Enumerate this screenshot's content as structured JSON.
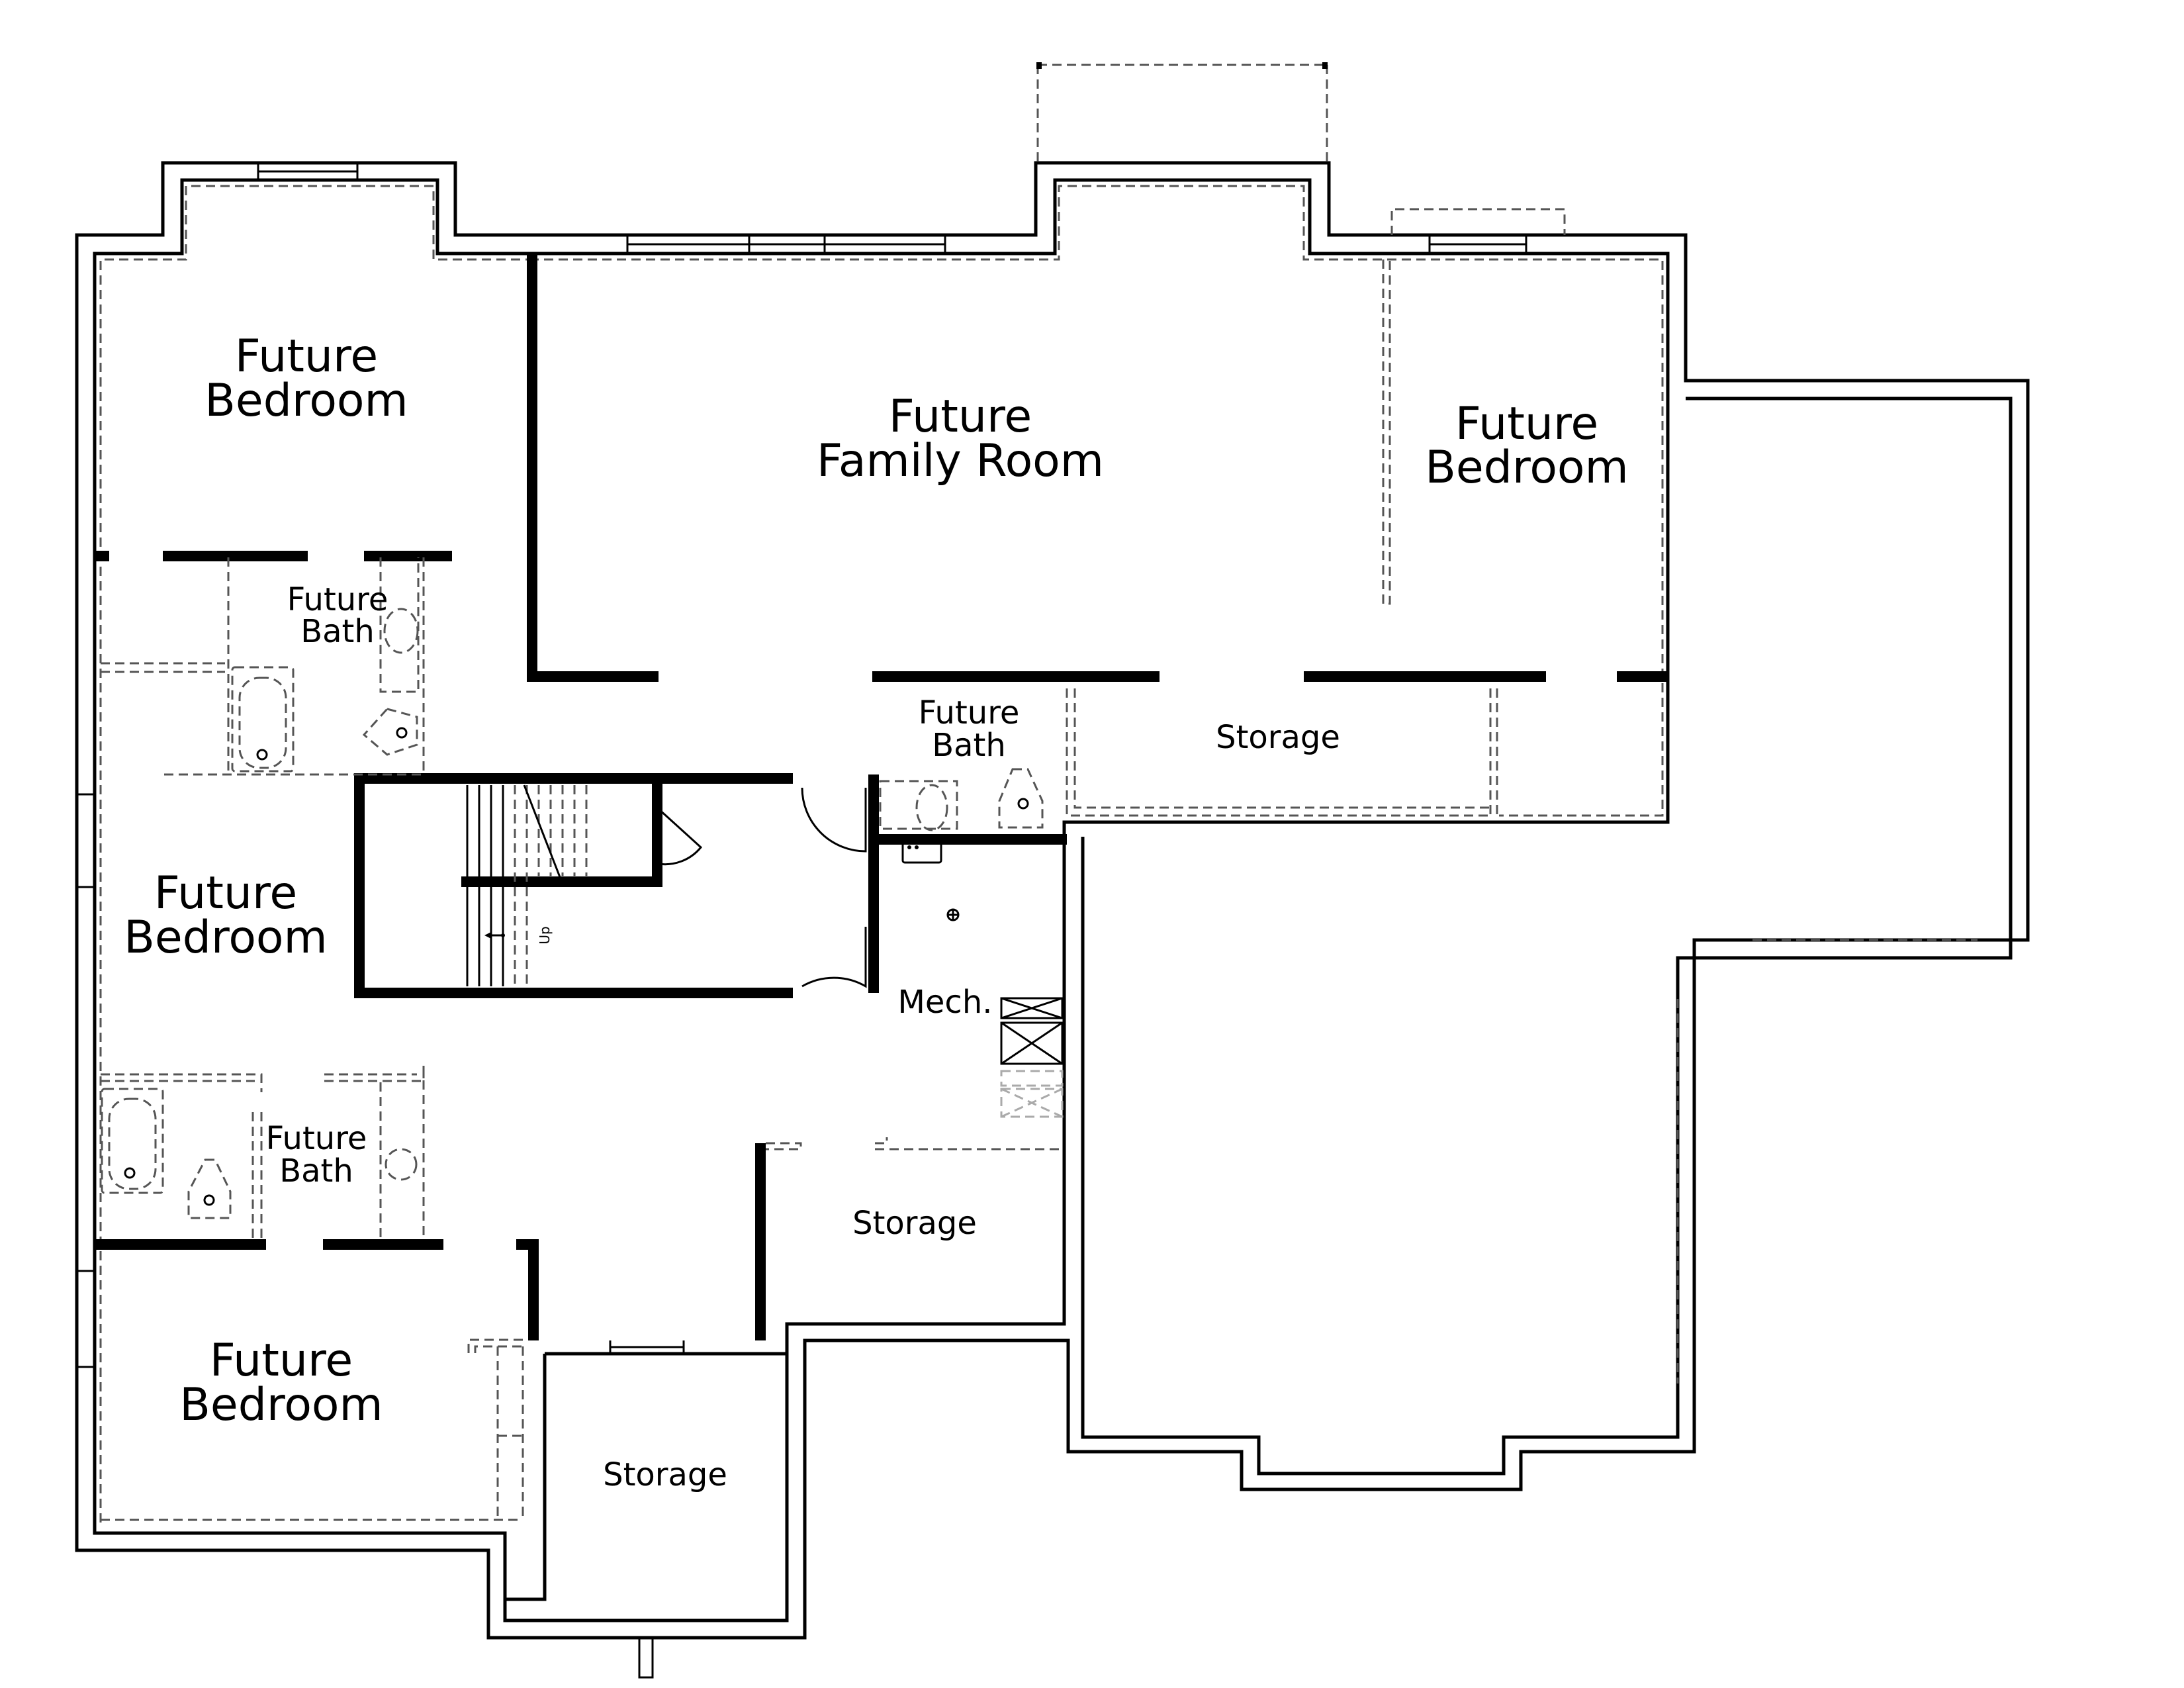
{
  "plan": {
    "type": "basement floor plan",
    "rooms": [
      {
        "id": "bedroom-top-left",
        "line1": "Future",
        "line2": "Bedroom"
      },
      {
        "id": "family-room",
        "line1": "Future",
        "line2": "Family Room"
      },
      {
        "id": "bedroom-top-right",
        "line1": "Future",
        "line2": "Bedroom"
      },
      {
        "id": "bath-top-left",
        "line1": "Future",
        "line2": "Bath"
      },
      {
        "id": "bath-center",
        "line1": "Future",
        "line2": "Bath"
      },
      {
        "id": "storage-right",
        "line1": "Storage"
      },
      {
        "id": "bedroom-mid-left",
        "line1": "Future",
        "line2": "Bedroom"
      },
      {
        "id": "mech",
        "line1": "Mech."
      },
      {
        "id": "bath-bottom-left",
        "line1": "Future",
        "line2": "Bath"
      },
      {
        "id": "storage-center",
        "line1": "Storage"
      },
      {
        "id": "bedroom-bottom-left",
        "line1": "Future",
        "line2": "Bedroom"
      },
      {
        "id": "storage-bottom",
        "line1": "Storage"
      }
    ],
    "stairs": {
      "label": "Up"
    }
  }
}
